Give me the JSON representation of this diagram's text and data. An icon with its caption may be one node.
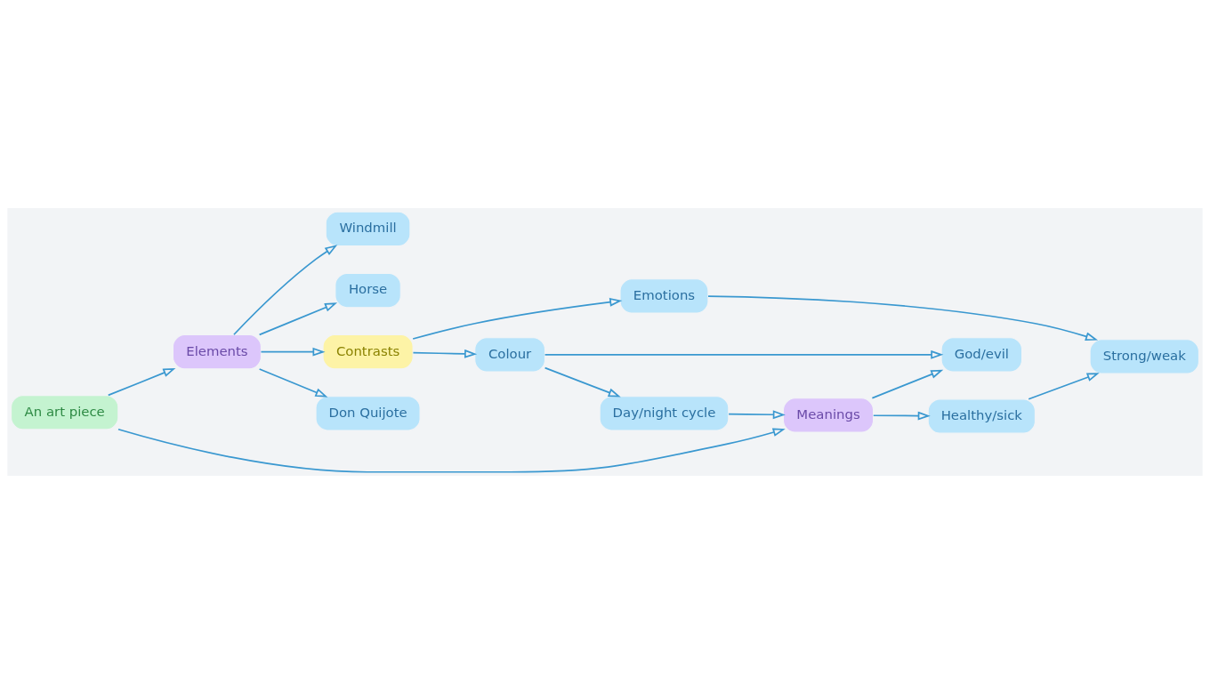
{
  "diagram": {
    "nodes": [
      {
        "text": [
          "Windmill"
        ]
      },
      {
        "text": [
          "Emotions"
        ]
      },
      {
        "text": [
          "God/evil"
        ]
      },
      {
        "text": [
          "Colour"
        ]
      },
      {
        "text": [
          "Horse"
        ]
      },
      {
        "text": [
          "Elements"
        ]
      },
      {
        "text": [
          "Contrasts"
        ]
      },
      {
        "text": [
          "Day/night cycle"
        ]
      },
      {
        "text": [
          "Meanings"
        ]
      },
      {
        "text": [
          "Don Quijote"
        ]
      },
      {
        "text": [
          "An art piece"
        ]
      },
      {
        "text": [
          "Healthy/sick"
        ]
      },
      {
        "text": [
          "Strong/weak"
        ]
      }
    ],
    "edges": [
      {
        "from": 10,
        "to": 5,
        "arrow": "to"
      },
      {
        "from": 10,
        "to": 8,
        "arrow": "to"
      },
      {
        "from": 5,
        "to": 0,
        "arrow": "to"
      },
      {
        "from": 5,
        "to": 4,
        "arrow": "to"
      },
      {
        "from": 5,
        "to": 9,
        "arrow": "to"
      },
      {
        "from": 5,
        "to": 6,
        "arrow": "to"
      },
      {
        "from": 6,
        "to": 1,
        "arrow": "to"
      },
      {
        "from": 6,
        "to": 3,
        "arrow": "to"
      },
      {
        "from": 3,
        "to": 2,
        "arrow": "to"
      },
      {
        "from": 3,
        "to": 7,
        "arrow": "to"
      },
      {
        "from": 8,
        "to": 2,
        "arrow": "to"
      },
      {
        "from": 7,
        "to": 8,
        "arrow": "to"
      },
      {
        "from": 8,
        "to": 11,
        "arrow": "to"
      },
      {
        "from": 11,
        "to": 12,
        "arrow": "to"
      },
      {
        "from": 1,
        "to": 12,
        "arrow": "to"
      }
    ]
  }
}
